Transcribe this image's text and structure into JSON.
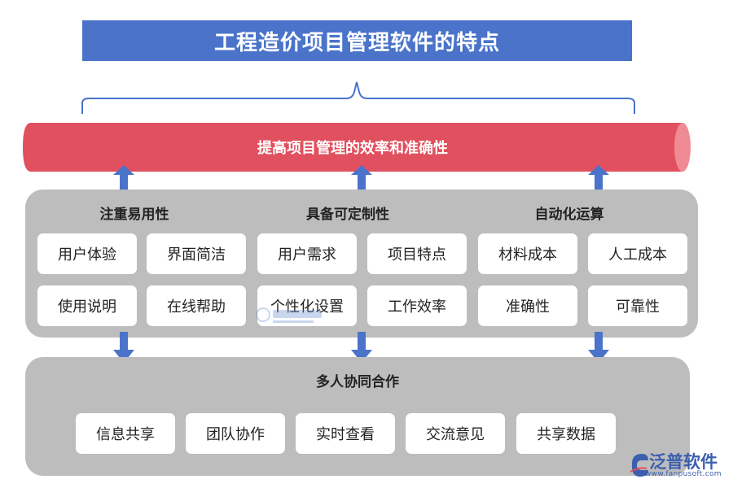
{
  "title": "工程造价项目管理软件的特点",
  "goal": "提高项目管理的效率和准确性",
  "colors": {
    "title_bg": "#4a73c9",
    "cylinder": "#e0505e",
    "cylinder_end": "#f08a94",
    "panel": "#bdbdbd",
    "arrow": "#4a73c9"
  },
  "columns": [
    {
      "heading": "注重易用性",
      "items": [
        "用户体验",
        "界面简洁",
        "使用说明",
        "在线帮助"
      ]
    },
    {
      "heading": "具备可定制性",
      "items": [
        "用户需求",
        "项目特点",
        "个性化设置",
        "工作效率"
      ]
    },
    {
      "heading": "自动化运算",
      "items": [
        "材料成本",
        "人工成本",
        "准确性",
        "可靠性"
      ]
    }
  ],
  "collaboration": {
    "heading": "多人协同合作",
    "items": [
      "信息共享",
      "团队协作",
      "实时查看",
      "交流意见",
      "共享数据"
    ]
  },
  "logo": {
    "name": "泛普软件",
    "url": "www.fanpusoft.com",
    "icon": "fanpu-logo-icon"
  }
}
